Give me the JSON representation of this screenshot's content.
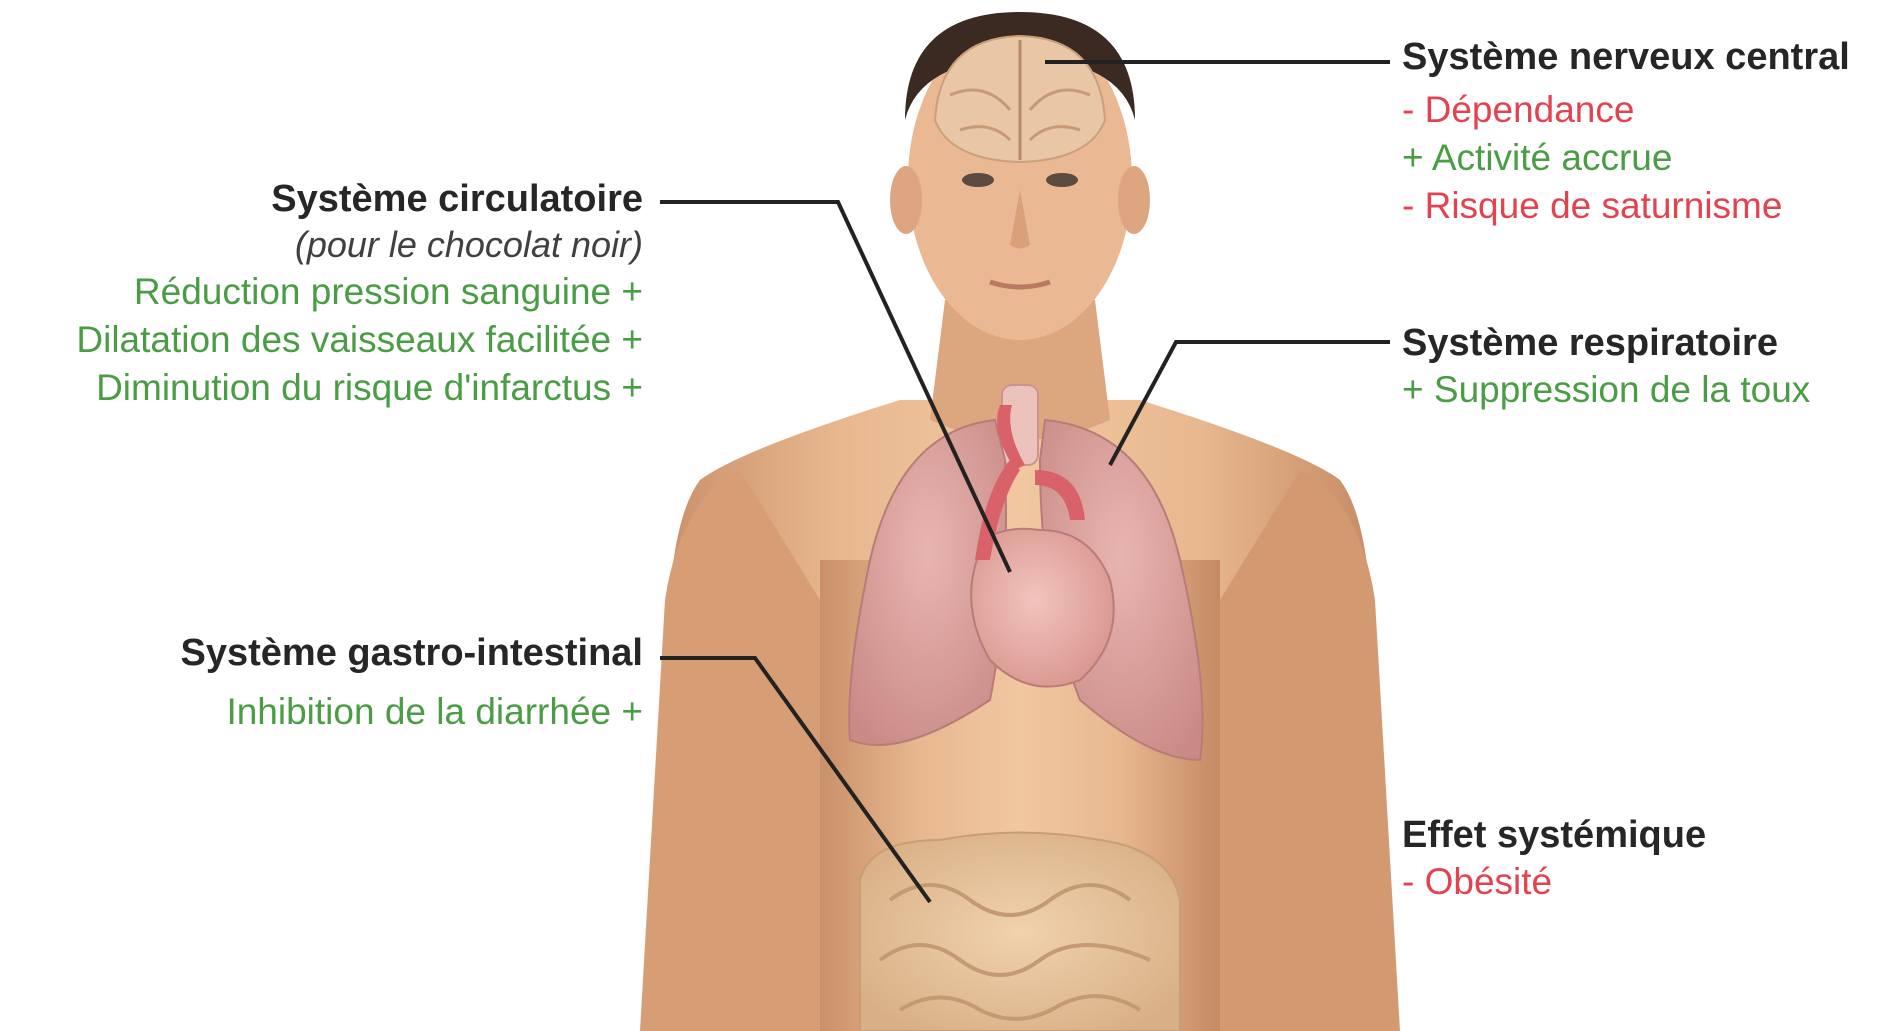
{
  "colors": {
    "positive": "#4a9c45",
    "negative": "#e3434f",
    "title": "#262626",
    "leader_line": "#222222"
  },
  "groups": {
    "cns": {
      "title": "Système nerveux central",
      "items": [
        {
          "sign": "-",
          "text": "Dépendance",
          "effect": "negative"
        },
        {
          "sign": "+",
          "text": "Activité accrue",
          "effect": "positive"
        },
        {
          "sign": "-",
          "text": "Risque de saturnisme",
          "effect": "negative"
        }
      ]
    },
    "circulatory": {
      "title": "Système circulatoire",
      "subtitle": "(pour le chocolat noir)",
      "items": [
        {
          "sign": "+",
          "text": "Réduction pression sanguine",
          "effect": "positive"
        },
        {
          "sign": "+",
          "text": "Dilatation des vaisseaux facilitée",
          "effect": "positive"
        },
        {
          "sign": "+",
          "text": "Diminution du risque d'infarctus",
          "effect": "positive"
        }
      ]
    },
    "respiratory": {
      "title": "Système respiratoire",
      "items": [
        {
          "sign": "+",
          "text": "Suppression de la toux",
          "effect": "positive"
        }
      ]
    },
    "gastro": {
      "title": "Système gastro-intestinal",
      "items": [
        {
          "sign": "+",
          "text": "Inhibition de la diarrhée",
          "effect": "positive"
        }
      ]
    },
    "systemic": {
      "title": "Effet systémique",
      "items": [
        {
          "sign": "-",
          "text": "Obésité",
          "effect": "negative"
        }
      ]
    }
  }
}
